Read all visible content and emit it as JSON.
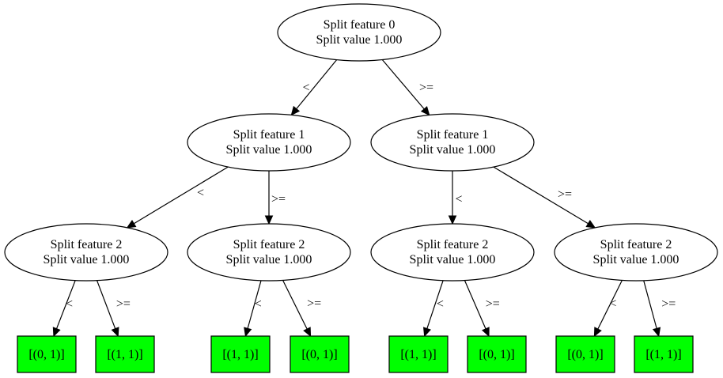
{
  "tree": {
    "split_label_prefix": "Split feature",
    "value_label_prefix": "Split value",
    "nodes": [
      {
        "id": "n0",
        "line1": "Split feature 0",
        "line2": "Split value 1.000"
      },
      {
        "id": "n1",
        "line1": "Split feature 1",
        "line2": "Split value 1.000"
      },
      {
        "id": "n2",
        "line1": "Split feature 1",
        "line2": "Split value 1.000"
      },
      {
        "id": "n3",
        "line1": "Split feature 2",
        "line2": "Split value 1.000"
      },
      {
        "id": "n4",
        "line1": "Split feature 2",
        "line2": "Split value 1.000"
      },
      {
        "id": "n5",
        "line1": "Split feature 2",
        "line2": "Split value 1.000"
      },
      {
        "id": "n6",
        "line1": "Split feature 2",
        "line2": "Split value 1.000"
      }
    ],
    "leaves": [
      {
        "id": "l0",
        "label": "[(0, 1)]"
      },
      {
        "id": "l1",
        "label": "[(1, 1)]"
      },
      {
        "id": "l2",
        "label": "[(1, 1)]"
      },
      {
        "id": "l3",
        "label": "[(0, 1)]"
      },
      {
        "id": "l4",
        "label": "[(1, 1)]"
      },
      {
        "id": "l5",
        "label": "[(0, 1)]"
      },
      {
        "id": "l6",
        "label": "[(0, 1)]"
      },
      {
        "id": "l7",
        "label": "[(1, 1)]"
      }
    ],
    "edges": [
      {
        "from": "n0",
        "to": "n1",
        "label": "<"
      },
      {
        "from": "n0",
        "to": "n2",
        "label": ">="
      },
      {
        "from": "n1",
        "to": "n3",
        "label": "<"
      },
      {
        "from": "n1",
        "to": "n4",
        "label": ">="
      },
      {
        "from": "n2",
        "to": "n5",
        "label": "<"
      },
      {
        "from": "n2",
        "to": "n6",
        "label": ">="
      },
      {
        "from": "n3",
        "to": "l0",
        "label": "<"
      },
      {
        "from": "n3",
        "to": "l1",
        "label": ">="
      },
      {
        "from": "n4",
        "to": "l2",
        "label": "<"
      },
      {
        "from": "n4",
        "to": "l3",
        "label": ">="
      },
      {
        "from": "n5",
        "to": "l4",
        "label": "<"
      },
      {
        "from": "n5",
        "to": "l5",
        "label": ">="
      },
      {
        "from": "n6",
        "to": "l6",
        "label": "<"
      },
      {
        "from": "n6",
        "to": "l7",
        "label": ">="
      }
    ],
    "leaf_color": "#00ff00",
    "node_fill": "#ffffff",
    "stroke_color": "#000000"
  }
}
